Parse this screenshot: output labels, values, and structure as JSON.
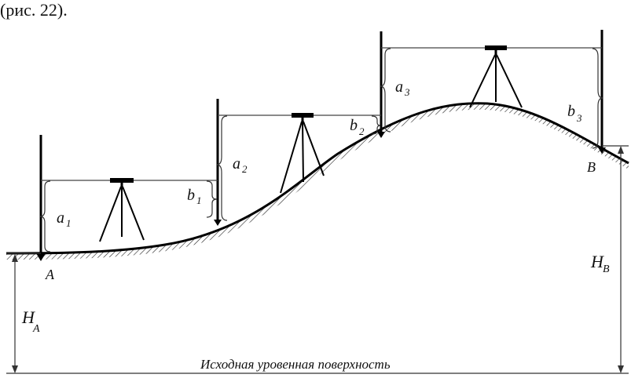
{
  "caption": "(рис. 22).",
  "labels": {
    "point_a": "A",
    "point_b": "B",
    "h_a": "H",
    "h_a_sub": "A",
    "h_b": "H",
    "h_b_sub": "B",
    "a1": "a",
    "a1_sub": "1",
    "a2": "a",
    "a2_sub": "2",
    "a3": "a",
    "a3_sub": "3",
    "b1": "b",
    "b1_sub": "1",
    "b2": "b",
    "b2_sub": "2",
    "b3": "b",
    "b3_sub": "3",
    "reference_surface": "Исходная уровенная поверхность"
  }
}
